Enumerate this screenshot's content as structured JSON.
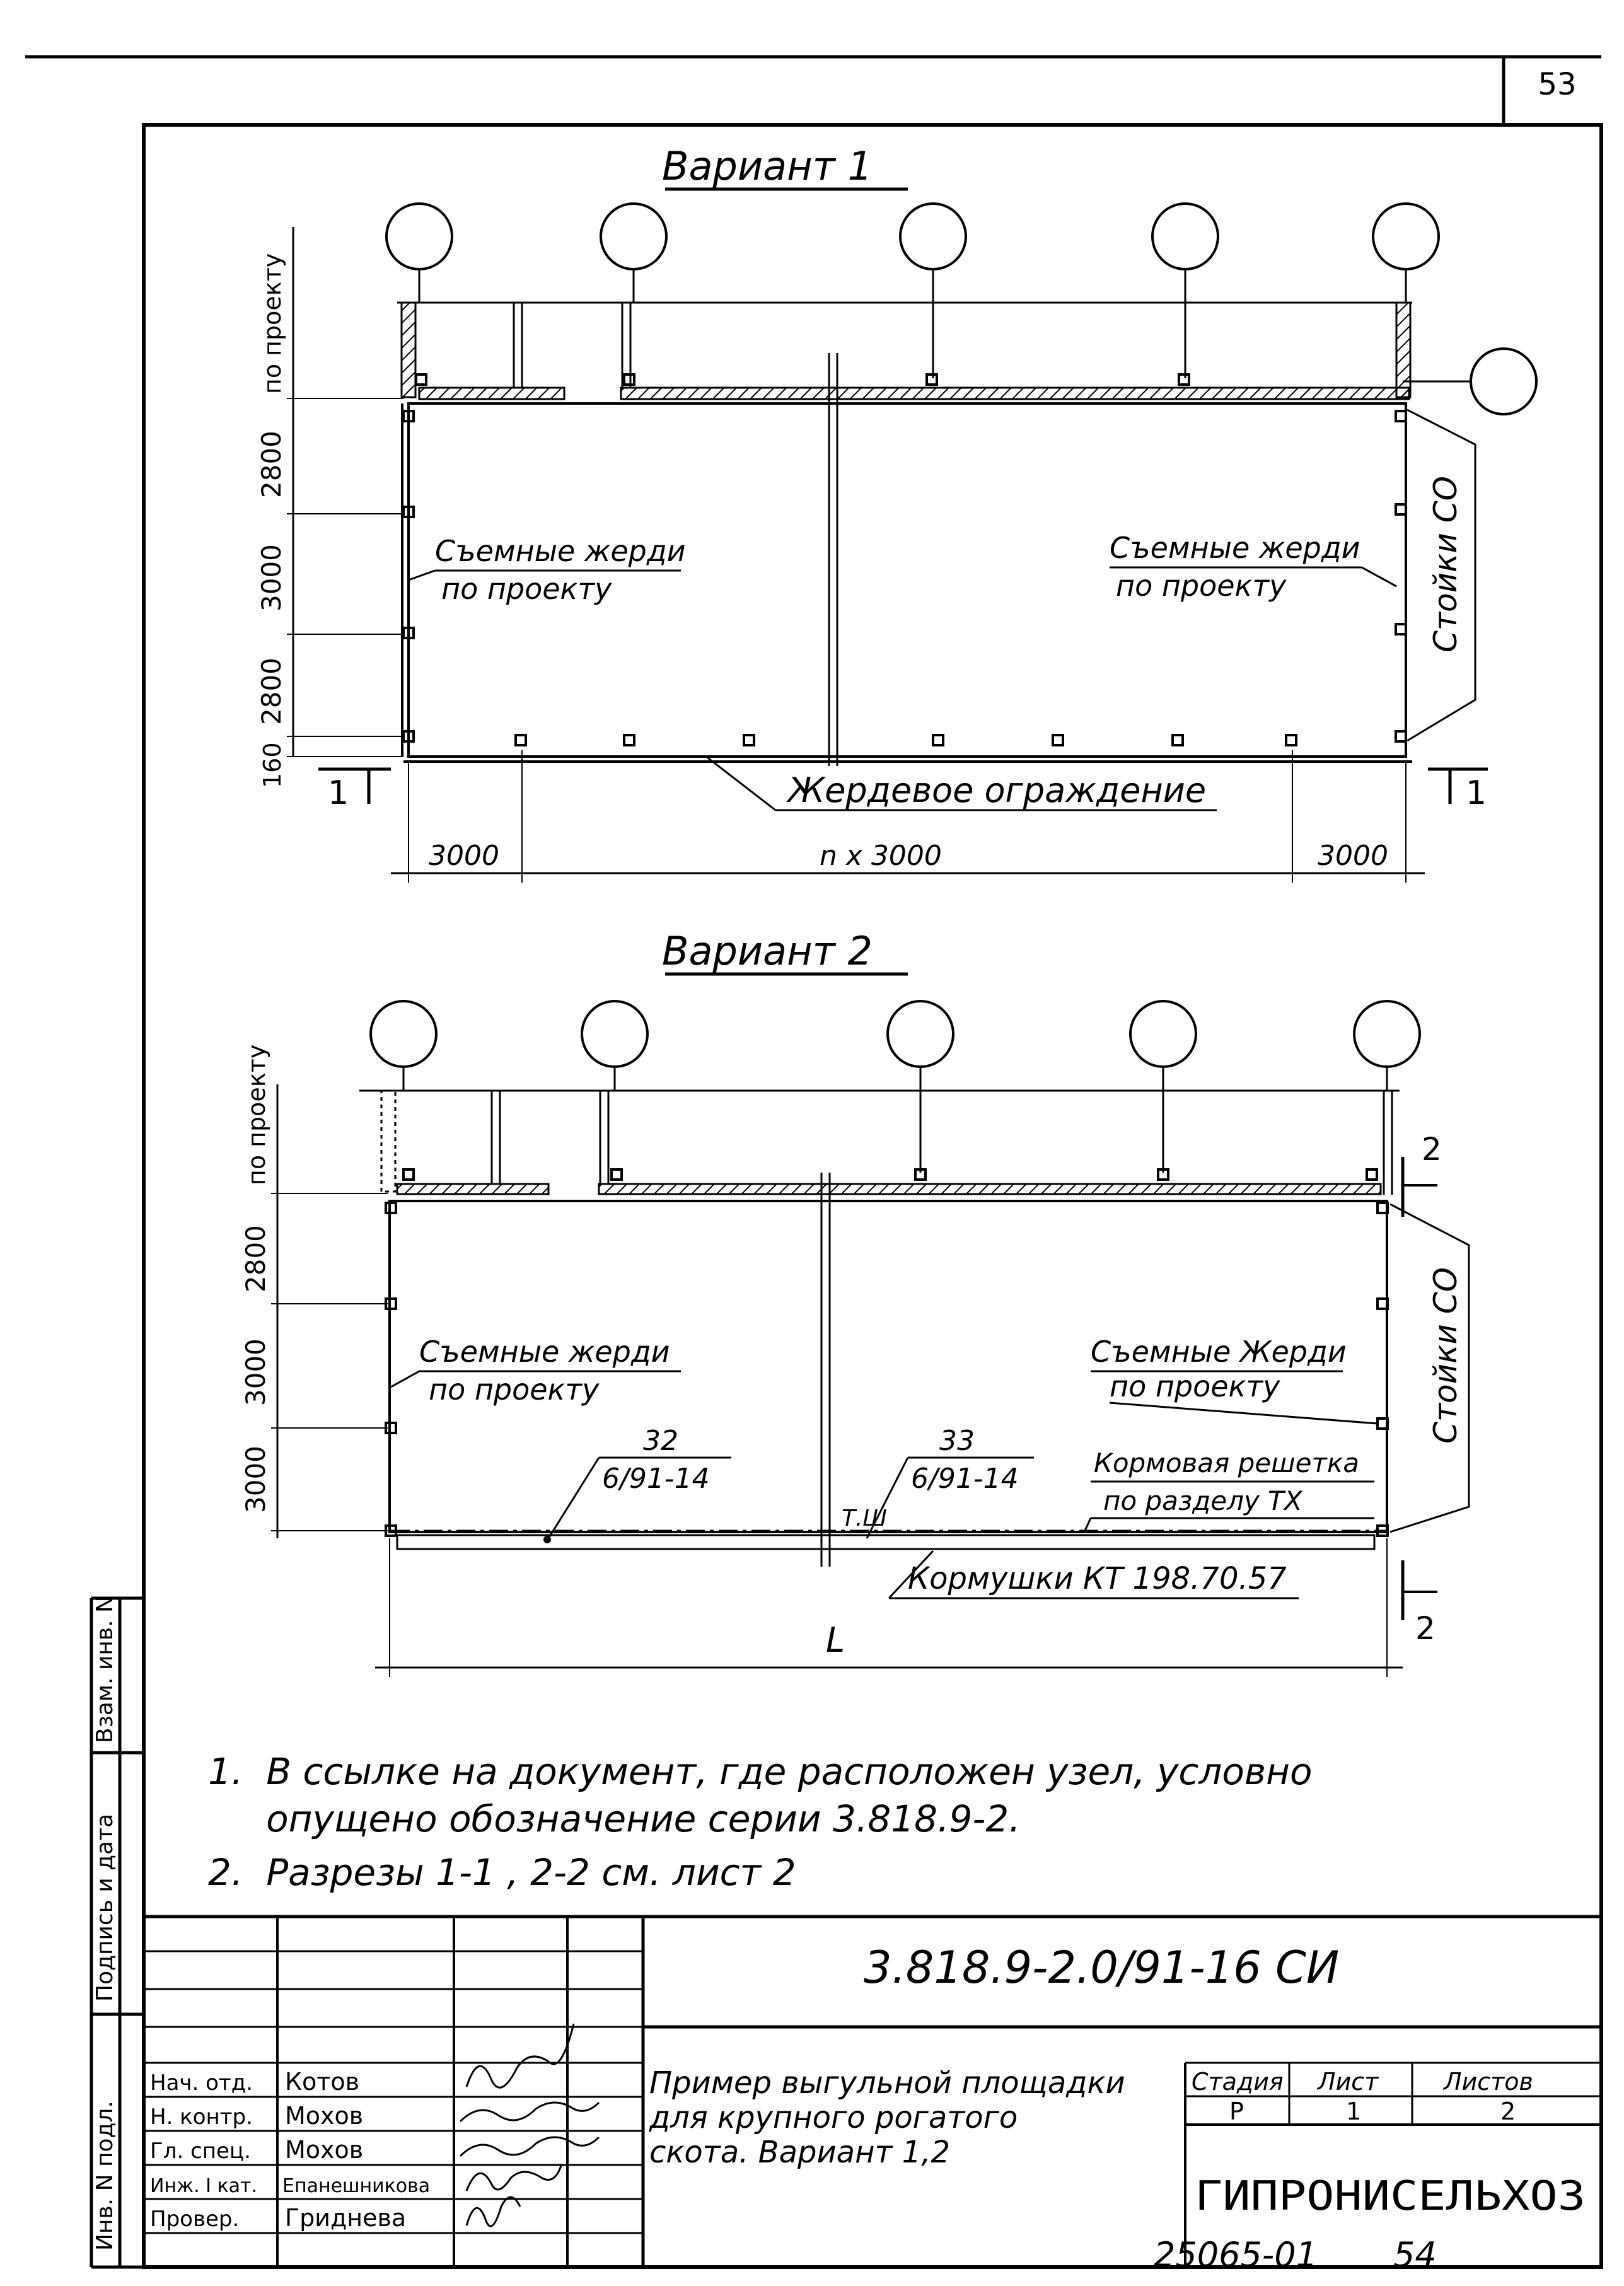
{
  "page_number": "53",
  "variant1": {
    "title": "Вариант 1",
    "label_removable_left_1": "Съемные жерди",
    "label_removable_left_2": "по проекту",
    "label_removable_right_1": "Съемные жерди",
    "label_removable_right_2": "по проекту",
    "label_posts": "Стойки СО",
    "label_fence": "Жердевое ограждение",
    "dim_project": "по проекту",
    "dim_2800a": "2800",
    "dim_3000": "3000",
    "dim_2800b": "2800",
    "dim_160": "160",
    "dim_bottom_left": "3000",
    "dim_bottom_mid": "n x 3000",
    "dim_bottom_right": "3000",
    "section_mark": "1"
  },
  "variant2": {
    "title": "Вариант 2",
    "label_removable_left_1": "Съемные жерди",
    "label_removable_left_2": "по проекту",
    "label_removable_right_1": "Съемные Жерди",
    "label_removable_right_2": "по проекту",
    "label_posts": "Стойки СО",
    "label_feeder_grid_1": "Кормовая решетка",
    "label_feeder_grid_2": "по разделу ТХ",
    "label_feeders": "Кормушки КТ 198.70.57",
    "node32_top": "32",
    "node32_bottom": "6/91-14",
    "node33_top": "33",
    "node33_bottom": "6/91-14",
    "node_tsh": "Т.Ш",
    "dim_project": "по проекту",
    "dim_2800": "2800",
    "dim_3000a": "3000",
    "dim_3000b": "3000",
    "dim_L": "L",
    "section_mark": "2"
  },
  "notes": [
    "1.  В ссылке на документ, где расположен узел, условно",
    "     опущено обозначение серии 3.818.9-2.",
    "2.  Разрезы 1-1 , 2-2 см. лист 2"
  ],
  "side_stamp": {
    "col1": "Инв. N подл.",
    "col2": "Подпись и дата",
    "col3": "Взам. инв. N"
  },
  "title_block": {
    "doc_code": "3.818.9-2.0/91-16 СИ",
    "roles": [
      {
        "role": "Нач. отд.",
        "name": "Котов"
      },
      {
        "role": "Н. контр.",
        "name": "Мохов"
      },
      {
        "role": "Гл. спец.",
        "name": "Мохов"
      },
      {
        "role": "Инж. I кат.",
        "name": "Епанешникова"
      },
      {
        "role": "Провер.",
        "name": "Гриднева"
      }
    ],
    "description_1": "Пример выгульной площадки",
    "description_2": "для крупного рогатого",
    "description_3": "скота. Вариант 1,2",
    "stage_header": "Стадия",
    "sheet_header": "Лист",
    "sheets_header": "Листов",
    "stage_value": "Р",
    "sheet_value": "1",
    "sheets_value": "2",
    "organization": "ГИПРОНИСЕЛЬХОЗ"
  },
  "footer_code": "25065-01",
  "footer_page": "54"
}
